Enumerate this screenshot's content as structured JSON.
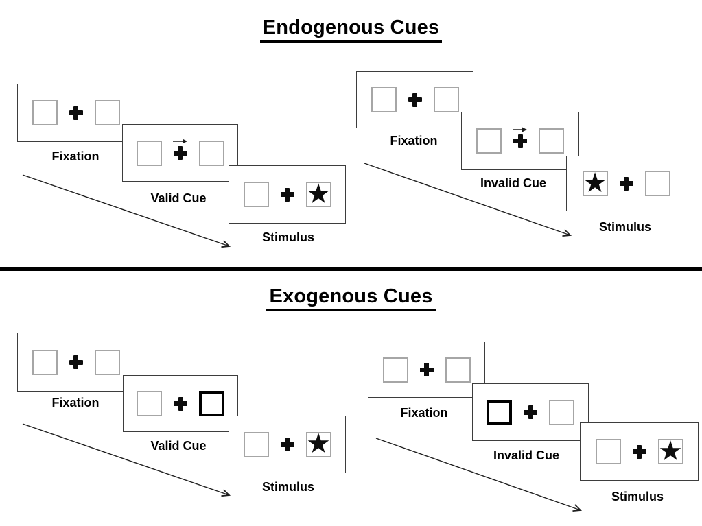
{
  "titles": {
    "endogenous": "Endogenous Cues",
    "exogenous": "Exogenous Cues"
  },
  "glyphs": {
    "star": "★"
  },
  "colors": {
    "background": "#ffffff",
    "panel_border": "#3d3d3d",
    "box_border": "#a6a6a6",
    "highlight_border": "#000000",
    "ink": "#000000"
  },
  "sequences": [
    {
      "section": "endogenous",
      "condition": "Valid",
      "steps": [
        {
          "label": "Fixation",
          "left_box": "empty",
          "right_box": "empty",
          "cue": "none"
        },
        {
          "label": "Valid Cue",
          "left_box": "empty",
          "right_box": "empty",
          "cue": "arrow-right-above-fixation"
        },
        {
          "label": "Stimulus",
          "left_box": "empty",
          "right_box": "star",
          "cue": "none"
        }
      ]
    },
    {
      "section": "endogenous",
      "condition": "Invalid",
      "steps": [
        {
          "label": "Fixation",
          "left_box": "empty",
          "right_box": "empty",
          "cue": "none"
        },
        {
          "label": "Invalid Cue",
          "left_box": "empty",
          "right_box": "empty",
          "cue": "arrow-right-above-fixation"
        },
        {
          "label": "Stimulus",
          "left_box": "star",
          "right_box": "empty",
          "cue": "none"
        }
      ]
    },
    {
      "section": "exogenous",
      "condition": "Valid",
      "steps": [
        {
          "label": "Fixation",
          "left_box": "empty",
          "right_box": "empty",
          "cue": "none"
        },
        {
          "label": "Valid Cue",
          "left_box": "empty",
          "right_box": "highlighted",
          "cue": "right-box-bold"
        },
        {
          "label": "Stimulus",
          "left_box": "empty",
          "right_box": "star",
          "cue": "none"
        }
      ]
    },
    {
      "section": "exogenous",
      "condition": "Invalid",
      "steps": [
        {
          "label": "Fixation",
          "left_box": "empty",
          "right_box": "empty",
          "cue": "none"
        },
        {
          "label": "Invalid Cue",
          "left_box": "highlighted",
          "right_box": "empty",
          "cue": "left-box-bold"
        },
        {
          "label": "Stimulus",
          "left_box": "empty",
          "right_box": "star",
          "cue": "none"
        }
      ]
    }
  ]
}
